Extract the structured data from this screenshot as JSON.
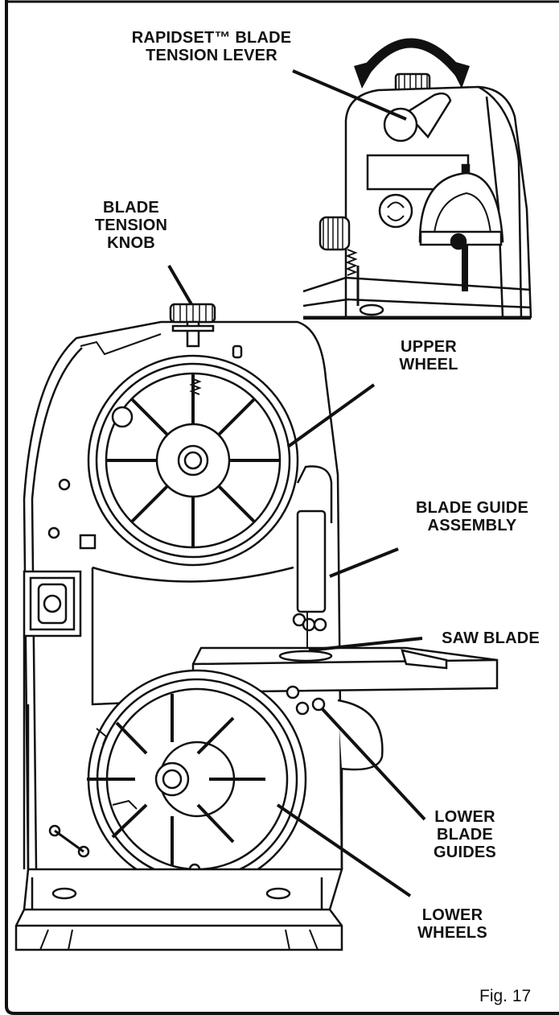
{
  "labels": {
    "rapidset_line1": "RAPIDSET™ BLADE",
    "rapidset_line2": "TENSION LEVER",
    "tension_knob_line1": "BLADE",
    "tension_knob_line2": "TENSION",
    "tension_knob_line3": "KNOB",
    "upper_wheel_line1": "UPPER",
    "upper_wheel_line2": "WHEEL",
    "guide_assembly_line1": "BLADE GUIDE",
    "guide_assembly_line2": "ASSEMBLY",
    "saw_blade": "SAW BLADE",
    "lower_guides_line1": "LOWER",
    "lower_guides_line2": "BLADE",
    "lower_guides_line3": "GUIDES",
    "lower_wheels_line1": "LOWER",
    "lower_wheels_line2": "WHEELS"
  },
  "figure_caption": "Fig. 17"
}
